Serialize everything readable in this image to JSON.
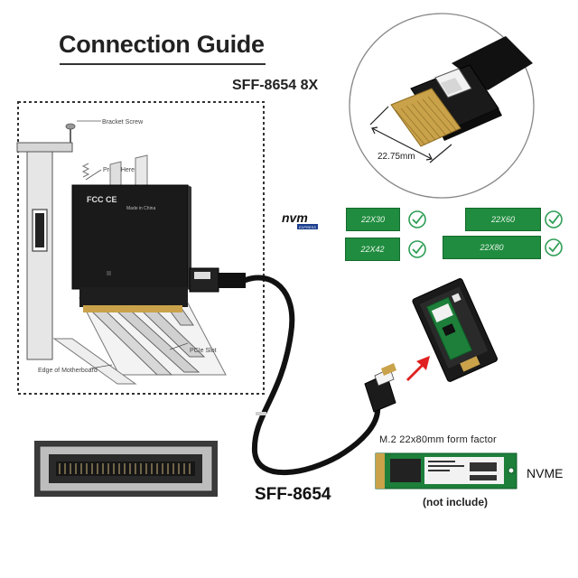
{
  "title": "Connection Guide",
  "connector_label": "SFF-8654 8X",
  "cable_label": "SFF-8654",
  "dimension_label": "22.75mm",
  "nvm_logo": {
    "text": "nvm",
    "subtext": "EXPRESS"
  },
  "card_callouts": {
    "bracket_screw": "Bracket Screw",
    "press_here": "Press Here",
    "pcie_slot": "PCIe Slot",
    "edge_of_motherboard": "Edge of Motherboard"
  },
  "card_text": {
    "line1": "FCC CE",
    "line2": "Made in China"
  },
  "modules": [
    "22X30",
    "22X42",
    "22X60",
    "22X80"
  ],
  "module_check_icon": "check-circle-icon",
  "form_factor_label": "M.2 22x80mm form factor",
  "nvme_label": "NVME",
  "not_included_label": "(not include)",
  "colors": {
    "module_green": "#1f8c3f",
    "check_green": "#2e9e55",
    "arrow_red": "#e02020",
    "cable_black": "#111111"
  }
}
